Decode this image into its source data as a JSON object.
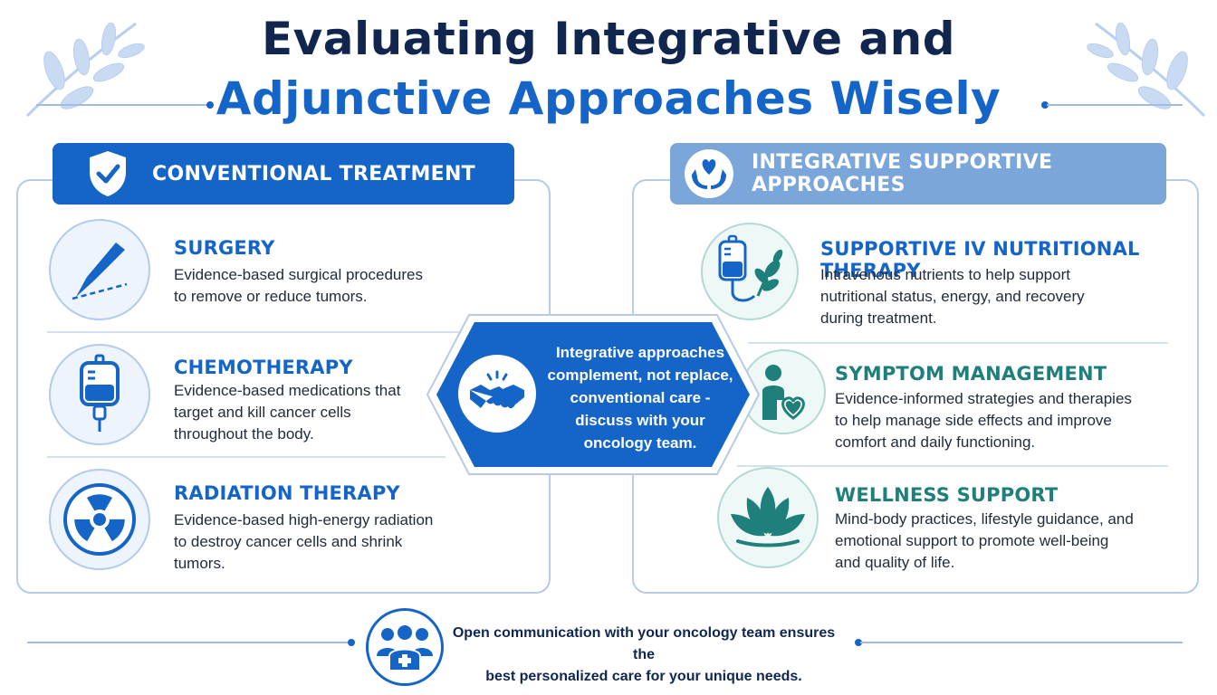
{
  "title": {
    "line1": "Evaluating Integrative and",
    "line2": "Adjunctive Approaches Wisely"
  },
  "left_panel": {
    "header": "CONVENTIONAL TREATMENT",
    "header_icon": "shield-check-icon",
    "items": [
      {
        "title": "SURGERY",
        "desc_lines": [
          "Evidence-based surgical procedures",
          "to remove or reduce tumors."
        ],
        "icon": "scalpel-icon"
      },
      {
        "title": "CHEMOTHERAPY",
        "desc_lines": [
          "Evidence-based medications that",
          "target and kill cancer cells",
          "throughout the body."
        ],
        "icon": "iv-bag-icon"
      },
      {
        "title": "RADIATION THERAPY",
        "desc_lines": [
          "Evidence-based high-energy radiation",
          "to destroy cancer cells and shrink",
          "tumors."
        ],
        "icon": "radiation-icon"
      }
    ]
  },
  "center": {
    "lines": [
      "Integrative approaches",
      "complement, not replace,",
      "conventional care -",
      "discuss with your",
      "oncology team."
    ],
    "icon": "handshake-icon"
  },
  "right_panel": {
    "header": "INTEGRATIVE SUPPORTIVE APPROACHES",
    "header_icon": "heart-hands-icon",
    "items": [
      {
        "title": "SUPPORTIVE IV NUTRITIONAL THERAPY",
        "desc_lines": [
          "Intravenous nutrients to help support",
          "nutritional status, energy, and recovery",
          "during treatment."
        ],
        "icon": "iv-leaf-icon"
      },
      {
        "title": "SYMPTOM MANAGEMENT",
        "desc_lines": [
          "Evidence-informed strategies and therapies",
          "to help manage side effects and improve",
          "comfort and daily functioning."
        ],
        "icon": "person-heart-icon"
      },
      {
        "title": "WELLNESS SUPPORT",
        "desc_lines": [
          "Mind-body practices, lifestyle guidance, and",
          "emotional support to promote well-being",
          "and quality of life."
        ],
        "icon": "lotus-icon"
      }
    ]
  },
  "footer": {
    "lines": [
      "Open communication with your oncology team ensures the",
      "best personalized care for your unique needs."
    ],
    "icon": "care-team-icon"
  },
  "colors": {
    "navy": "#10264f",
    "blue": "#1565c8",
    "light_blue_header": "#7aa6d9",
    "teal": "#1f7f7a",
    "panel_border": "#b7cbe6"
  }
}
